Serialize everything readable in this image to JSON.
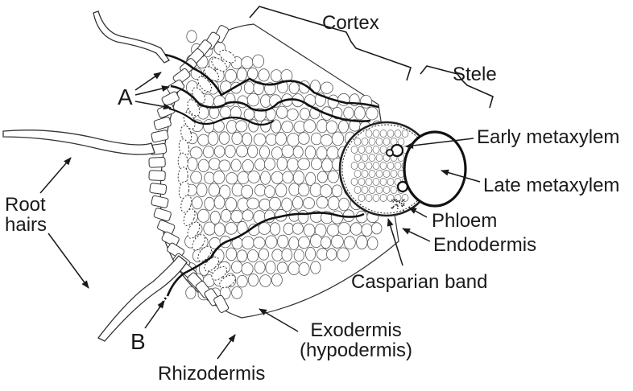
{
  "labels": {
    "cortex": "Cortex",
    "stele": "Stele",
    "early_metaxylem": "Early metaxylem",
    "late_metaxylem": "Late metaxylem",
    "phloem": "Phloem",
    "endodermis": "Endodermis",
    "casparian_band": "Casparian band",
    "exodermis_line1": "Exodermis",
    "exodermis_line2": "(hypodermis)",
    "rhizodermis": "Rhizodermis",
    "root_hairs_line1": "Root",
    "root_hairs_line2": "hairs",
    "a": "A",
    "b": "B"
  }
}
